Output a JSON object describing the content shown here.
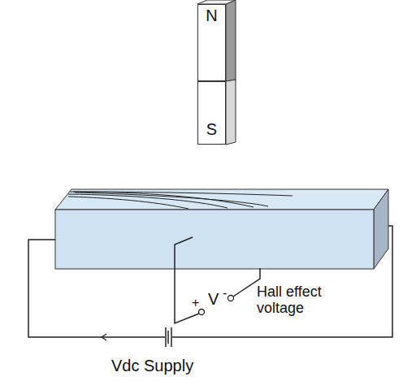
{
  "diagram": {
    "nodes": [
      {
        "text": [
          "N"
        ]
      },
      {
        "text": [
          "S"
        ]
      }
    ],
    "labels": [
      "+",
      "V",
      "-",
      "Hall effect voltage",
      "Vdc Supply"
    ]
  }
}
